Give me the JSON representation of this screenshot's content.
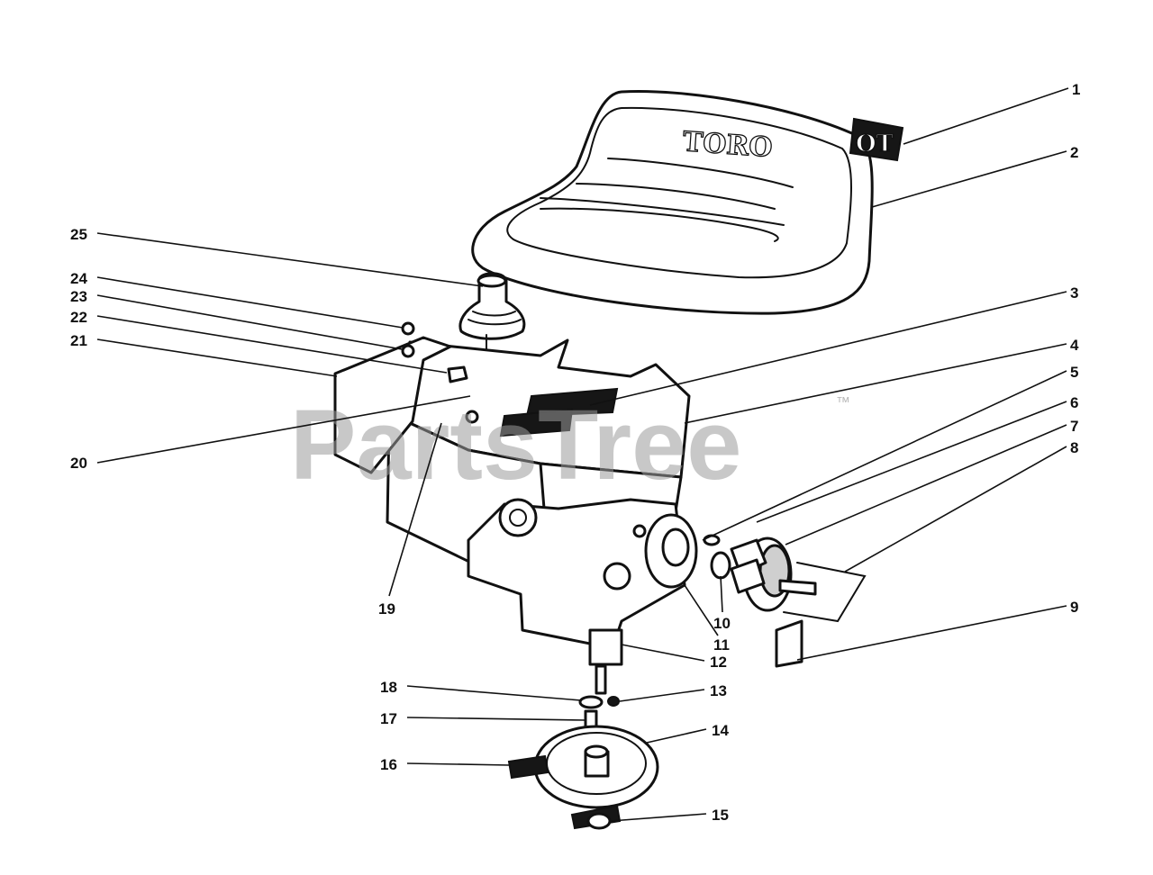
{
  "watermark": {
    "text": "PartsTree",
    "trademark": "™"
  },
  "seat": {
    "logo": "TORO"
  },
  "decal": {
    "text": "OT"
  },
  "callouts": [
    {
      "id": 1,
      "label": "1"
    },
    {
      "id": 2,
      "label": "2"
    },
    {
      "id": 3,
      "label": "3"
    },
    {
      "id": 4,
      "label": "4"
    },
    {
      "id": 5,
      "label": "5"
    },
    {
      "id": 6,
      "label": "6"
    },
    {
      "id": 7,
      "label": "7"
    },
    {
      "id": 8,
      "label": "8"
    },
    {
      "id": 9,
      "label": "9"
    },
    {
      "id": 10,
      "label": "10"
    },
    {
      "id": 11,
      "label": "11"
    },
    {
      "id": 12,
      "label": "12"
    },
    {
      "id": 13,
      "label": "13"
    },
    {
      "id": 14,
      "label": "14"
    },
    {
      "id": 15,
      "label": "15"
    },
    {
      "id": 16,
      "label": "16"
    },
    {
      "id": 17,
      "label": "17"
    },
    {
      "id": 18,
      "label": "18"
    },
    {
      "id": 19,
      "label": "19"
    },
    {
      "id": 20,
      "label": "20"
    },
    {
      "id": 21,
      "label": "21"
    },
    {
      "id": 22,
      "label": "22"
    },
    {
      "id": 23,
      "label": "23"
    },
    {
      "id": 24,
      "label": "24"
    },
    {
      "id": 25,
      "label": "25"
    }
  ]
}
